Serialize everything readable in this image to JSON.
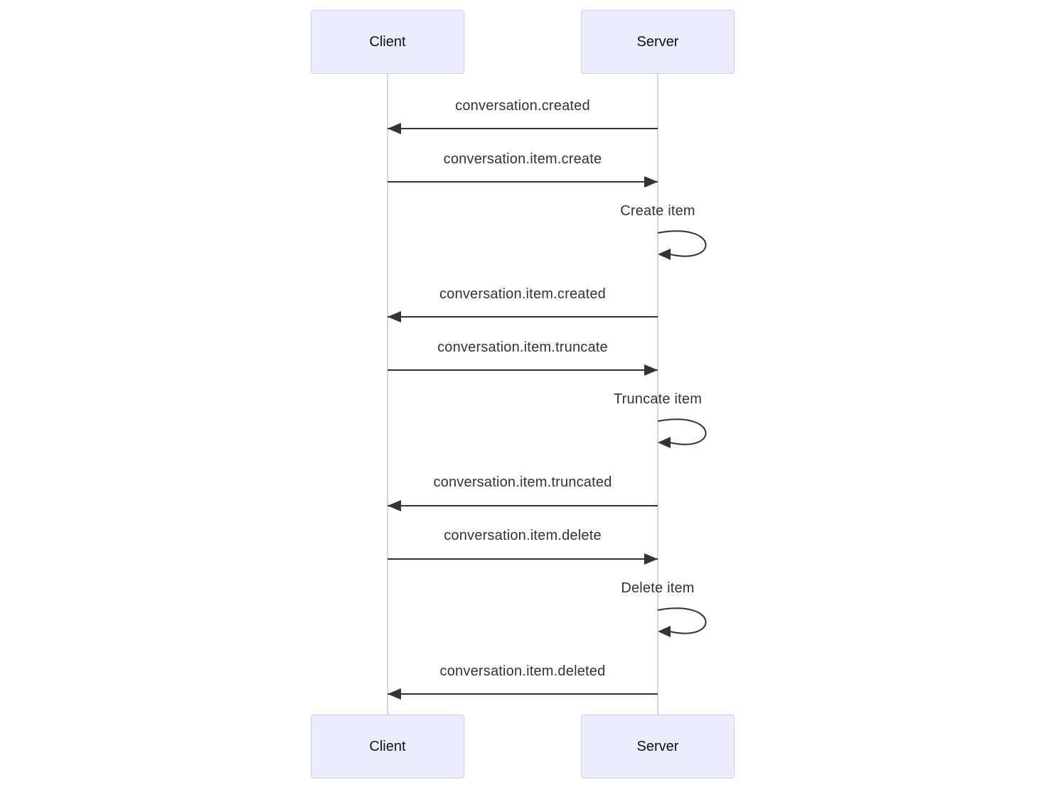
{
  "diagram": {
    "type": "sequence-diagram",
    "actors": [
      {
        "name": "Client"
      },
      {
        "name": "Server"
      }
    ],
    "messages": [
      {
        "label": "conversation.created",
        "from": "Server",
        "to": "Client",
        "kind": "arrow"
      },
      {
        "label": "conversation.item.create",
        "from": "Client",
        "to": "Server",
        "kind": "arrow"
      },
      {
        "label": "Create item",
        "from": "Server",
        "to": "Server",
        "kind": "self-loop"
      },
      {
        "label": "conversation.item.created",
        "from": "Server",
        "to": "Client",
        "kind": "arrow"
      },
      {
        "label": "conversation.item.truncate",
        "from": "Client",
        "to": "Server",
        "kind": "arrow"
      },
      {
        "label": "Truncate item",
        "from": "Server",
        "to": "Server",
        "kind": "self-loop"
      },
      {
        "label": "conversation.item.truncated",
        "from": "Server",
        "to": "Client",
        "kind": "arrow"
      },
      {
        "label": "conversation.item.delete",
        "from": "Client",
        "to": "Server",
        "kind": "arrow"
      },
      {
        "label": "Delete item",
        "from": "Server",
        "to": "Server",
        "kind": "self-loop"
      },
      {
        "label": "conversation.item.deleted",
        "from": "Server",
        "to": "Client",
        "kind": "arrow"
      }
    ],
    "colors": {
      "actor_fill": "#ECECFF",
      "actor_border": "#d5cdee",
      "lifeline": "#d9d2ef",
      "arrow": "#333333",
      "text": "#333333",
      "background": "#ffffff"
    }
  }
}
